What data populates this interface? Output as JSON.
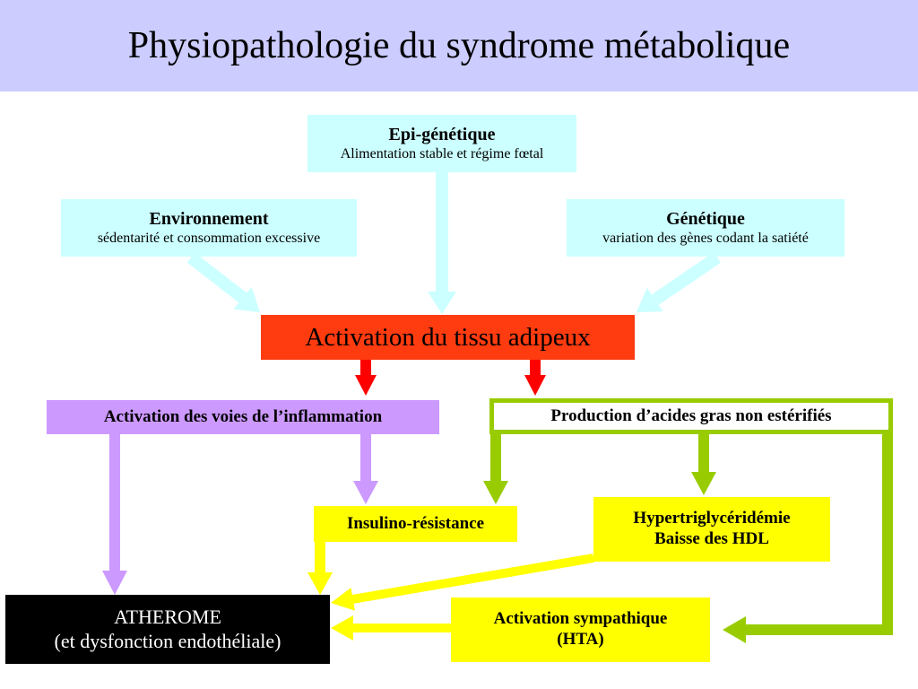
{
  "title": "Physiopathologie du syndrome métabolique",
  "colors": {
    "header_bg": "#CCCCFF",
    "cyan": "#CCFFFF",
    "adipeux": "#FF3B10",
    "red": "#FF0000",
    "lavender": "#CC99FF",
    "green": "#99CC00",
    "yellow": "#FFFF00",
    "black": "#000000"
  },
  "nodes": {
    "epigenetique": {
      "title": "Epi-génétique",
      "subtitle": "Alimentation stable et régime fœtal"
    },
    "environnement": {
      "title": "Environnement",
      "subtitle": "sédentarité et consommation excessive"
    },
    "genetique": {
      "title": "Génétique",
      "subtitle": "variation des gènes codant la satiété"
    },
    "tissu_adipeux": {
      "label": "Activation du tissu adipeux"
    },
    "inflammation": {
      "label": "Activation des voies de l’inflammation"
    },
    "acides_gras": {
      "label": "Production d’acides gras non estérifiés"
    },
    "insulino": {
      "label": "Insulino-résistance"
    },
    "hypertri": {
      "line1": "Hypertriglycéridémie",
      "line2": "Baisse des HDL"
    },
    "atherome": {
      "line1": "ATHEROME",
      "line2": "(et dysfonction endothéliale)"
    },
    "sympathique": {
      "line1": "Activation sympathique",
      "line2": "(HTA)"
    }
  }
}
